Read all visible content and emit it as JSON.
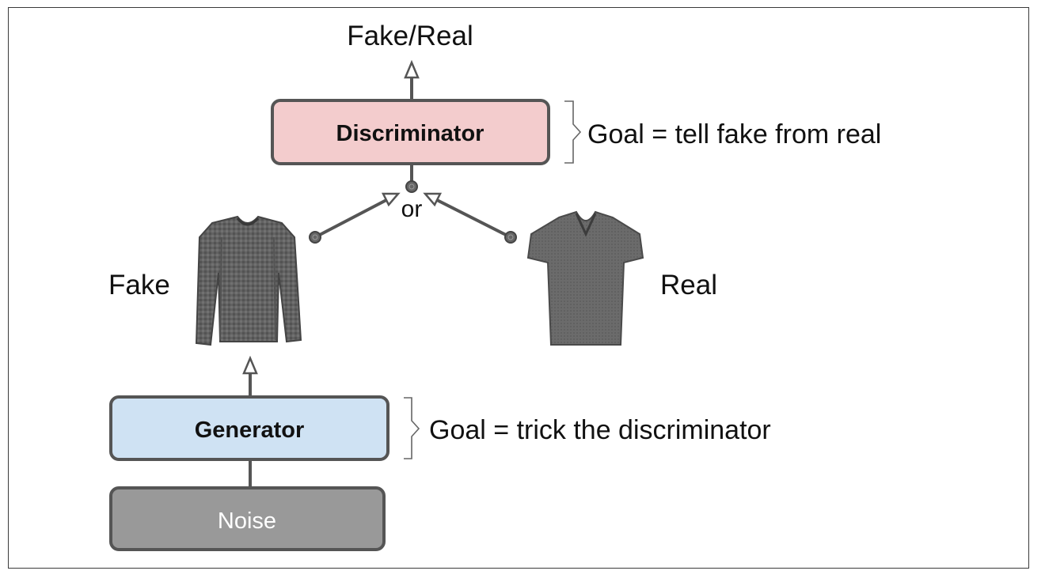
{
  "diagram": {
    "output_label": "Fake/Real",
    "discriminator": {
      "label": "Discriminator",
      "goal": "Goal = tell fake from real",
      "fill": "#f3cccd"
    },
    "or_label": "or",
    "fake_label": "Fake",
    "real_label": "Real",
    "generator": {
      "label": "Generator",
      "goal": "Goal = trick the discriminator",
      "fill": "#cfe2f3"
    },
    "noise": {
      "label": "Noise",
      "fill": "#999999"
    },
    "images": {
      "fake": "long-sleeve-sweater-image",
      "real": "t-shirt-image"
    }
  }
}
